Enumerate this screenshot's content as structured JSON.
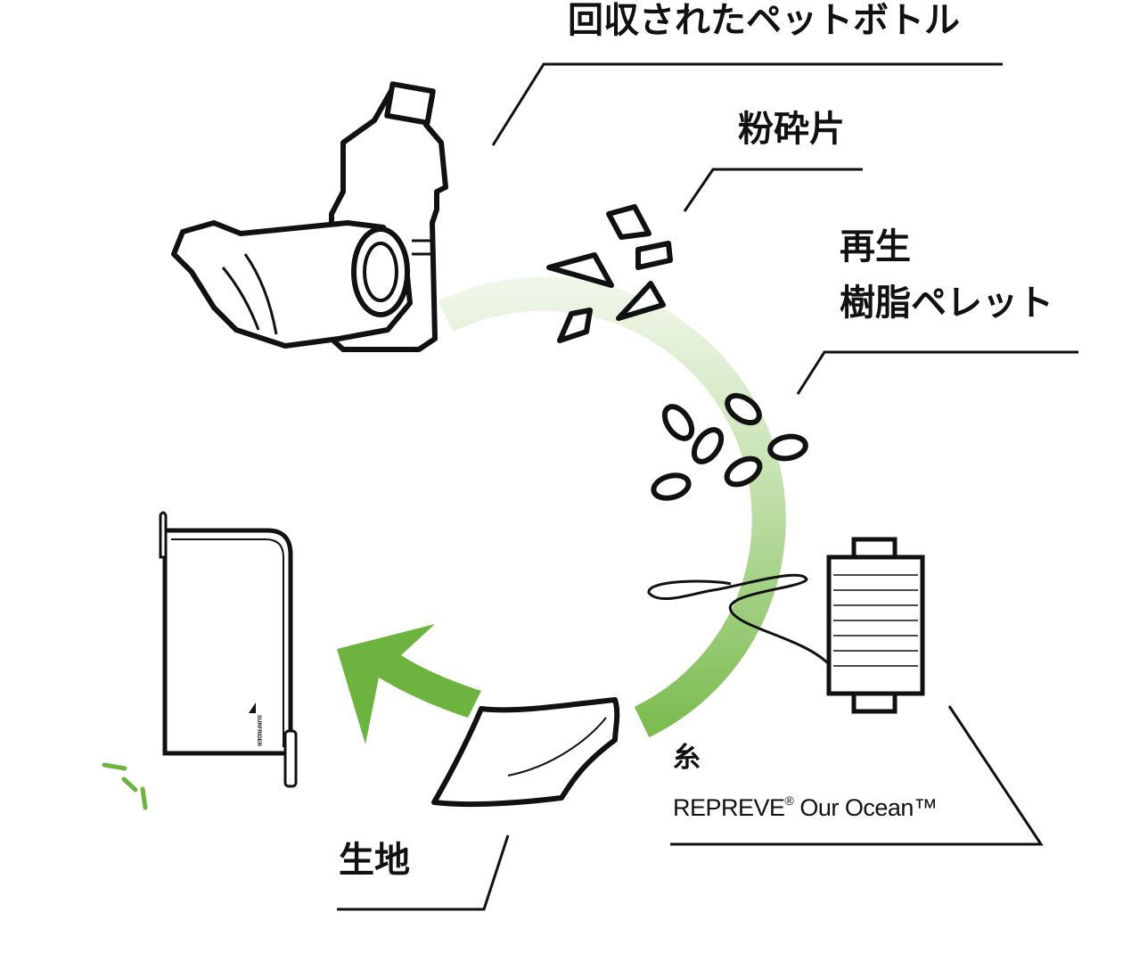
{
  "colors": {
    "accent_green": "#6db33f",
    "light_green": "#c9e3b5",
    "line": "#111111"
  },
  "steps": [
    {
      "id": "bottles",
      "label": "回収されたペットボトル",
      "icon": "pet-bottles-icon"
    },
    {
      "id": "flakes",
      "label": "粉砕片",
      "icon": "flakes-icon"
    },
    {
      "id": "pellets",
      "label_line1": "再生",
      "label_line2": "樹脂ペレット",
      "icon": "pellets-icon"
    },
    {
      "id": "yarn",
      "label": "糸",
      "brand": "REPREVE",
      "registered": "®",
      "brand_suffix": "Our Ocean",
      "trademark": "™",
      "icon": "yarn-spool-icon"
    },
    {
      "id": "fabric",
      "label": "生地",
      "icon": "fabric-icon"
    },
    {
      "id": "product",
      "icon": "pouch-icon",
      "logo_text": "SURFRIDER FOUNDATION"
    }
  ]
}
